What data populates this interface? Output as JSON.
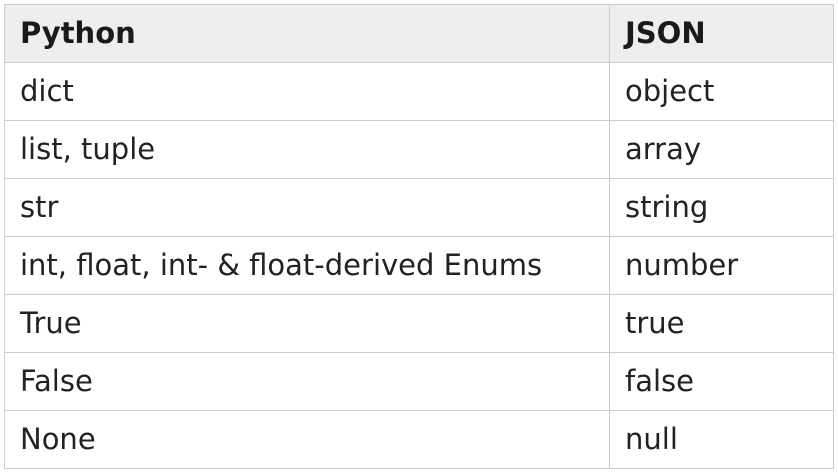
{
  "table": {
    "headers": [
      "Python",
      "JSON"
    ],
    "rows": [
      [
        "dict",
        "object"
      ],
      [
        "list, tuple",
        "array"
      ],
      [
        "str",
        "string"
      ],
      [
        "int, float, int- & float-derived Enums",
        "number"
      ],
      [
        "True",
        "true"
      ],
      [
        "False",
        "false"
      ],
      [
        "None",
        "null"
      ]
    ]
  }
}
